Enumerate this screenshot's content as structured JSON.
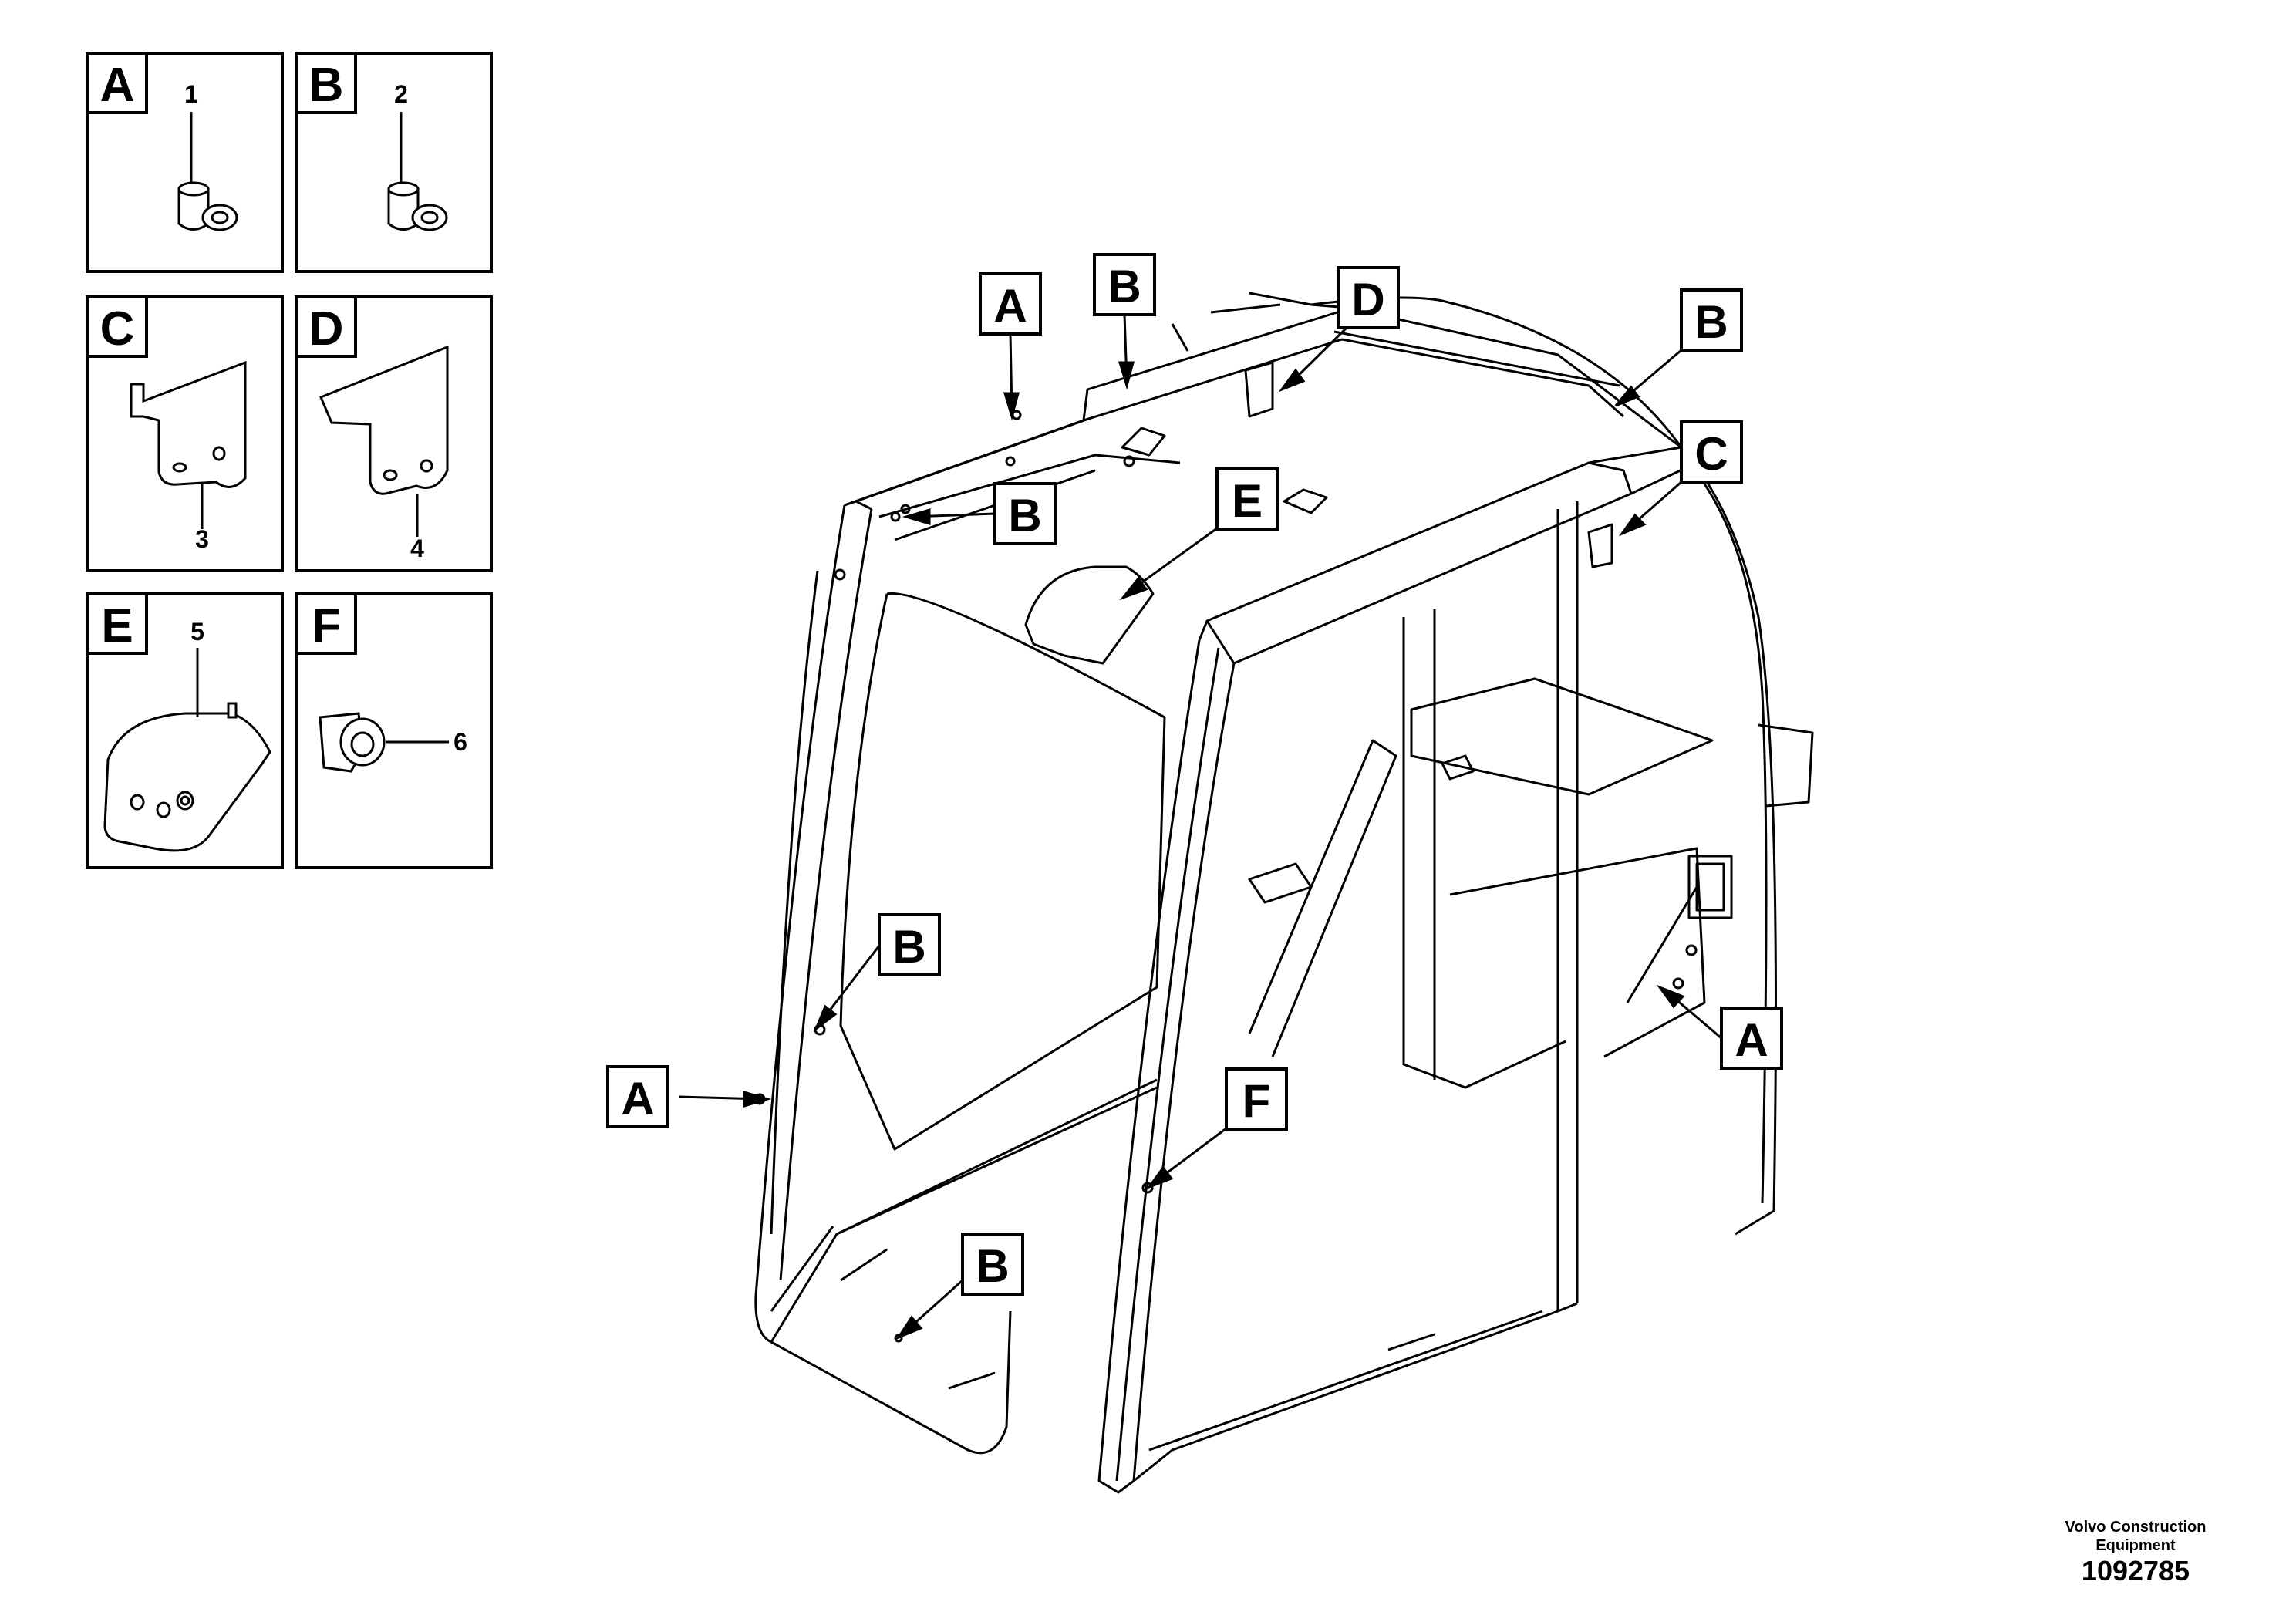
{
  "legend": {
    "cells": [
      {
        "letter": "A",
        "number": "1"
      },
      {
        "letter": "B",
        "number": "2"
      },
      {
        "letter": "C",
        "number": "3"
      },
      {
        "letter": "D",
        "number": "4"
      },
      {
        "letter": "E",
        "number": "5"
      },
      {
        "letter": "F",
        "number": "6"
      }
    ]
  },
  "callouts": [
    "A",
    "B",
    "D",
    "B",
    "C",
    "B",
    "E",
    "B",
    "A",
    "A",
    "F",
    "B"
  ],
  "footer": {
    "brand_line1": "Volvo Construction",
    "brand_line2": "Equipment",
    "code": "1092785"
  },
  "colors": {
    "line": "#000000",
    "background": "#ffffff"
  }
}
